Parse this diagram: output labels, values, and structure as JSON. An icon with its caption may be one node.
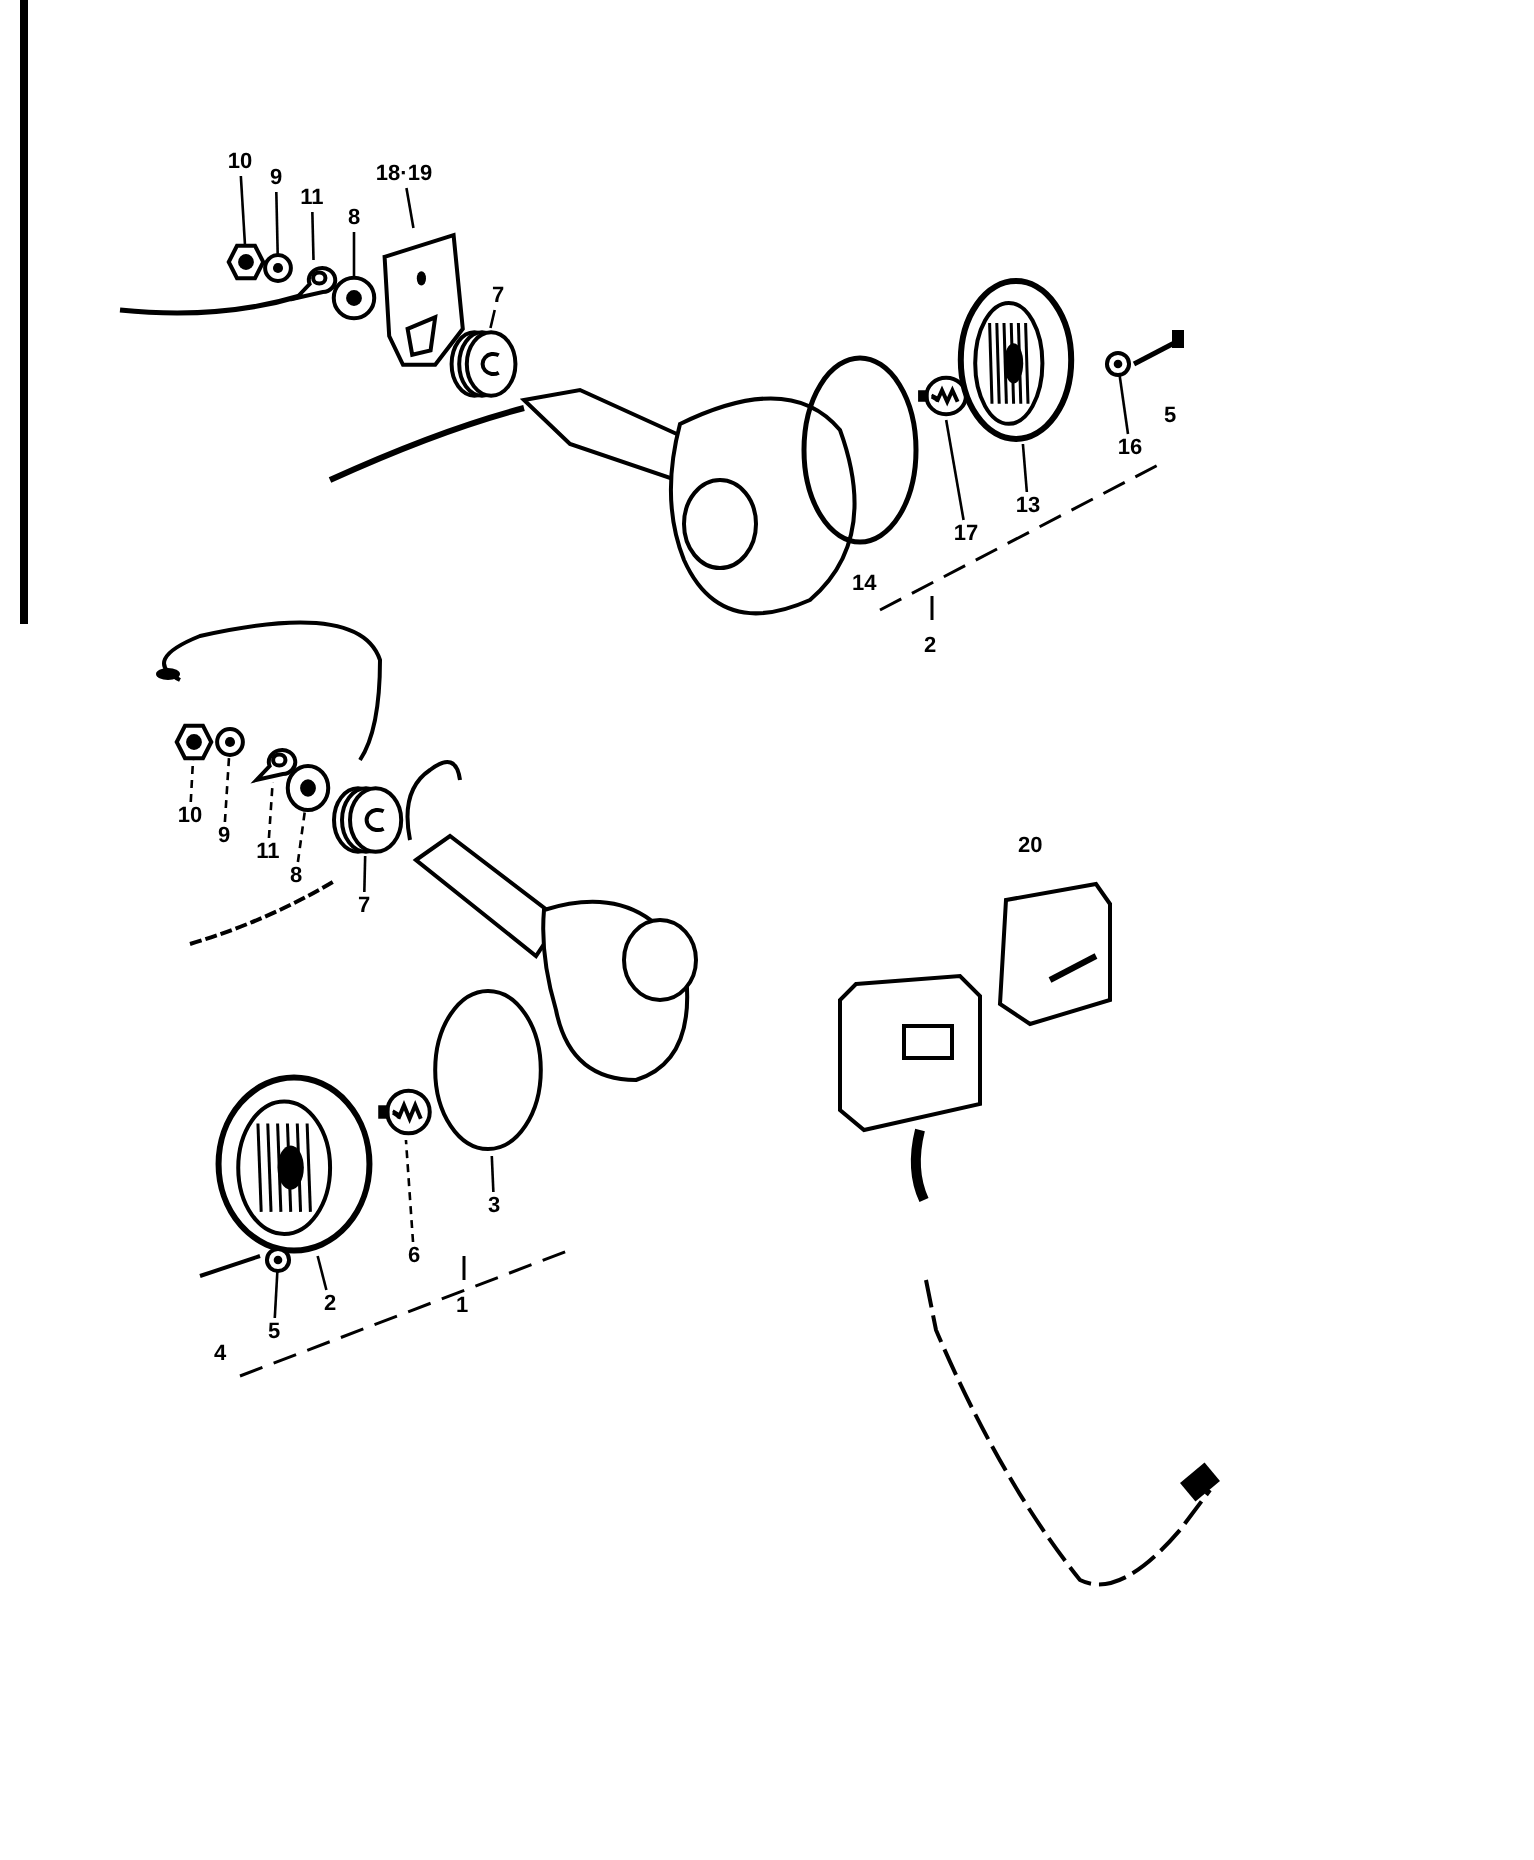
{
  "diagram": {
    "nodes": [
      {
        "text": [
          "10"
        ]
      },
      {
        "text": [],
        "shape": "picture"
      },
      {
        "text": [
          "9"
        ]
      },
      {
        "text": [],
        "shape": "picture"
      },
      {
        "text": [
          "11"
        ]
      },
      {
        "text": [],
        "shape": "picture"
      },
      {
        "text": [
          "8"
        ]
      },
      {
        "text": [],
        "shape": "picture"
      },
      {
        "text": [
          "18·19"
        ]
      },
      {
        "text": [],
        "shape": "picture"
      },
      {
        "text": [
          "7"
        ]
      },
      {
        "text": [],
        "shape": "picture"
      },
      {
        "text": [
          "17"
        ]
      },
      {
        "text": [],
        "shape": "picture"
      },
      {
        "text": [
          "13"
        ]
      },
      {
        "text": [],
        "shape": "picture"
      },
      {
        "text": [
          "16"
        ]
      },
      {
        "text": [],
        "shape": "picture"
      },
      {
        "text": [
          "10"
        ]
      },
      {
        "text": [],
        "shape": "picture"
      },
      {
        "text": [
          "9"
        ]
      },
      {
        "text": [],
        "shape": "picture"
      },
      {
        "text": [
          "11"
        ]
      },
      {
        "text": [],
        "shape": "picture"
      },
      {
        "text": [
          "8"
        ]
      },
      {
        "text": [],
        "shape": "picture"
      },
      {
        "text": [
          "7"
        ]
      },
      {
        "text": [],
        "shape": "picture"
      },
      {
        "text": [
          "3"
        ]
      },
      {
        "text": [],
        "shape": "circle"
      },
      {
        "text": [
          "6"
        ]
      },
      {
        "text": [],
        "shape": "picture"
      },
      {
        "text": [
          "2"
        ]
      },
      {
        "text": [],
        "shape": "picture"
      },
      {
        "text": [
          "5"
        ]
      },
      {
        "text": [],
        "shape": "picture"
      }
    ],
    "edges": [
      {
        "from": 0,
        "to": 1,
        "arrow": "none"
      },
      {
        "from": 2,
        "to": 3,
        "arrow": "none"
      },
      {
        "from": 4,
        "to": 5,
        "arrow": "none"
      },
      {
        "from": 6,
        "to": 7,
        "arrow": "none"
      },
      {
        "from": 8,
        "to": 9,
        "arrow": "none"
      },
      {
        "from": 10,
        "to": 11,
        "arrow": "none"
      },
      {
        "from": 12,
        "to": 13,
        "arrow": "none"
      },
      {
        "from": 14,
        "to": 15,
        "arrow": "none"
      },
      {
        "from": 16,
        "to": 17,
        "arrow": "none"
      },
      {
        "from": 18,
        "to": 19,
        "arrow": "none",
        "style": "dashed"
      },
      {
        "from": 20,
        "to": 21,
        "arrow": "none",
        "style": "dashed"
      },
      {
        "from": 22,
        "to": 23,
        "arrow": "none",
        "style": "dashed"
      },
      {
        "from": 24,
        "to": 25,
        "arrow": "none",
        "style": "dashed"
      },
      {
        "from": 26,
        "to": 27,
        "arrow": "none"
      },
      {
        "from": 28,
        "to": 29,
        "arrow": "none"
      },
      {
        "from": 30,
        "to": 31,
        "arrow": "none",
        "style": "dashed"
      },
      {
        "from": 32,
        "to": 33,
        "arrow": "none"
      },
      {
        "from": 34,
        "to": 35,
        "arrow": "none"
      }
    ],
    "labels": [
      "5",
      "14",
      "2",
      "20",
      "1",
      "4"
    ]
  }
}
